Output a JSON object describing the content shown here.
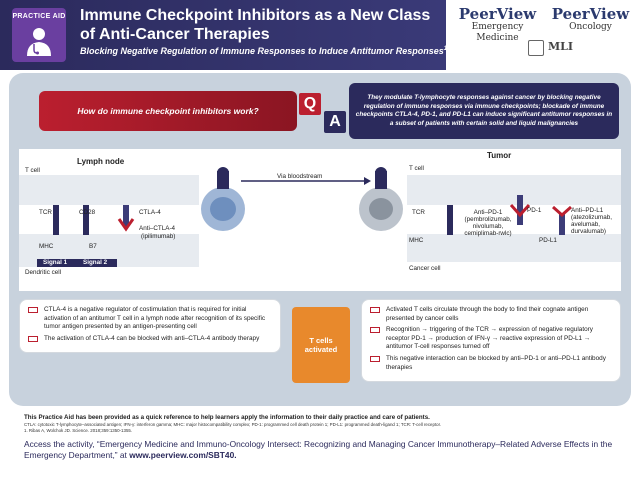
{
  "header": {
    "badge_label": "PRACTICE AID",
    "title_line1": "Immune Checkpoint Inhibitors as a New Class",
    "title_line2": "of Anti-Cancer Therapies",
    "subtitle": "Blocking Negative Regulation of Immune Responses to Induce Antitumor Responses",
    "subtitle_sup": "1",
    "logo_em_brand": "PeerView",
    "logo_em_sub": "Emergency Medicine",
    "logo_onc_brand": "PeerView",
    "logo_onc_sub": "Oncology",
    "logo_mli": "MLI"
  },
  "qa": {
    "q_badge": "Q",
    "a_badge": "A",
    "question": "How do immune checkpoint inhibitors work?",
    "answer": "They modulate T-lymphocyte responses against cancer by blocking negative regulation of immune responses via immune checkpoints; blockade of immune checkpoints CTLA-4, PD-1, and PD-L1 can induce significant antitumor responses in a subset of patients with certain solid and liquid malignancies"
  },
  "diagram": {
    "lymph_node": "Lymph node",
    "tumor": "Tumor",
    "t_cell_left": "T cell",
    "t_cell_right": "T cell",
    "dendritic": "Dendritic cell",
    "cancer_cell": "Cancer cell",
    "bloodstream": "Via bloodstream",
    "tcr_left": "TCR",
    "cd28": "CD28",
    "ctla4": "CTLA-4",
    "anti_ctla4": "Anti–CTLA-4",
    "ipilimumab": "(ipilimumab)",
    "mhc_left": "MHC",
    "b7": "B7",
    "signal1": "Signal 1",
    "signal2": "Signal 2",
    "tcr_right": "TCR",
    "mhc_right": "MHC",
    "anti_pd1": "Anti–PD-1",
    "anti_pd1_drugs": [
      "(pembrolizumab,",
      "nivolumab,",
      "cemiplimab-rwlc)"
    ],
    "pd1": "PD-1",
    "pdl1": "PD-L1",
    "anti_pdl1": "Anti–PD-L1",
    "anti_pdl1_drugs": [
      "(atezolizumab,",
      "avelumab,",
      "durvalumab)"
    ]
  },
  "lower": {
    "left_bullets": [
      "CTLA-4 is a negative regulator of costimulation that is required for initial activation of an antitumor T cell in a lymph node after recognition of its specific tumor antigen presented by an antigen-presenting cell",
      "The activation of CTLA-4 can be blocked with anti–CTLA-4 antibody therapy"
    ],
    "tcells_line1": "T cells",
    "tcells_line2": "activated",
    "right_bullets": [
      "Activated T cells circulate through the body to find their cognate antigen presented by cancer cells",
      "Recognition → triggering of the TCR → expression of negative regulatory receptor PD-1 → production of IFN-γ → reactive expression of PD-L1 → antitumor T-cell responses turned off",
      "This negative interaction can be blocked by anti–PD-1 or anti–PD-L1 antibody therapies"
    ]
  },
  "footer": {
    "note": "This Practice Aid has been provided as a quick reference to help learners apply the information to their daily practice and care of patients.",
    "abbrev": "CTLA: cytotoxic T-lymphocyte–associated antigen; IFN-γ: interferon gamma; MHC: major histocompatibility complex; PD-1: programmed cell death protein 1; PD-L1: programmed death-ligand 1; TCR: T-cell receptor.",
    "reference": "1. Ribas A, Wolchok JD. Science. 2018;359:1350-1355.",
    "access_prefix": "Access the activity, “Emergency Medicine and Immuno-Oncology Intersect: Recognizing and Managing Cancer Immunotherapy–Related Adverse Effects in the Emergency Department,” at ",
    "access_url": "www.peerview.com/SBT40",
    "access_suffix": "."
  },
  "colors": {
    "navy": "#2b2a5c",
    "red": "#bb1f2f",
    "orange": "#e8892c",
    "panel": "#c8d2dd"
  }
}
